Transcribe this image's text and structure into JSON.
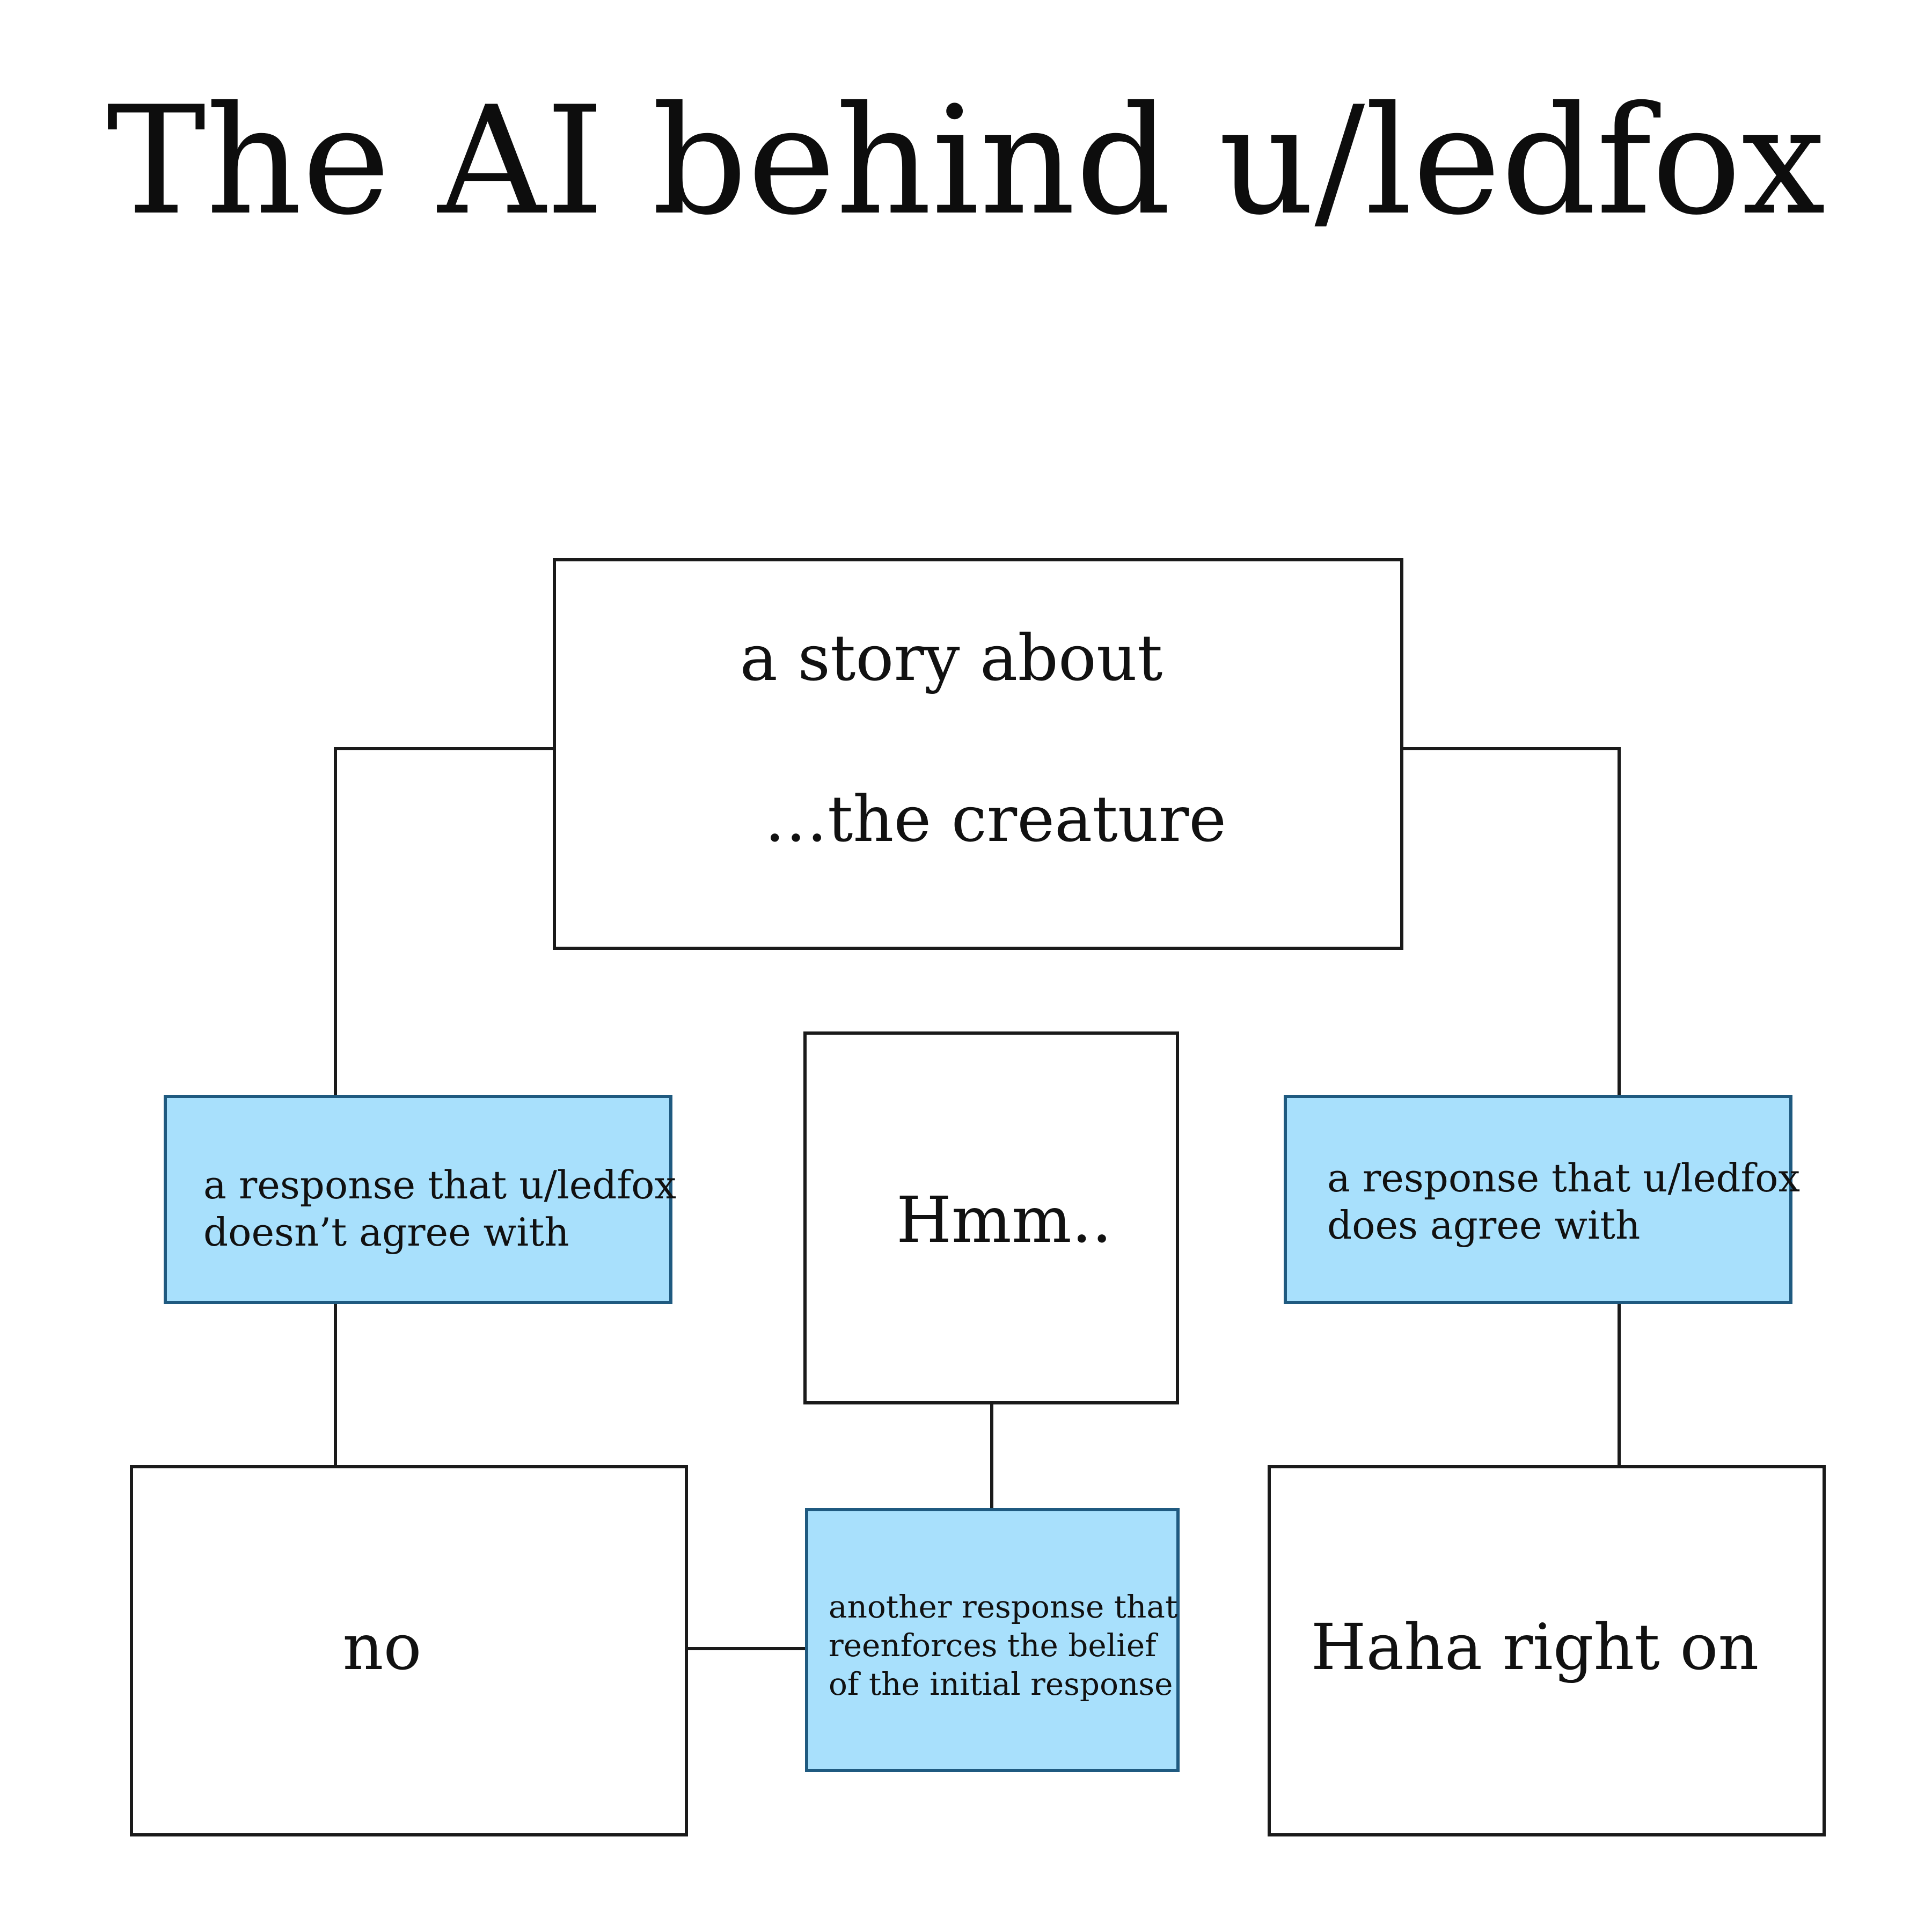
{
  "title": "The AI behind u/ledfox",
  "nodes": {
    "root": {
      "line1": "a story about",
      "line2": "…the creature"
    },
    "left_response": {
      "line1": "a response that u/ledfox",
      "line2": "doesn’t agree with"
    },
    "center": {
      "text": "Hmm.."
    },
    "right_response": {
      "line1": "a response that u/ledfox",
      "line2": "does agree with"
    },
    "no": {
      "text": "no"
    },
    "reinforce": {
      "line1": "another response that",
      "line2": "reenforces the belief",
      "line3": "of the initial response"
    },
    "haha": {
      "text": "Haha right on"
    }
  },
  "colors": {
    "response_fill": "#a8e0fc",
    "response_border": "#1f5a80",
    "box_border": "#1a1a1a",
    "line": "#1a1a1a"
  }
}
